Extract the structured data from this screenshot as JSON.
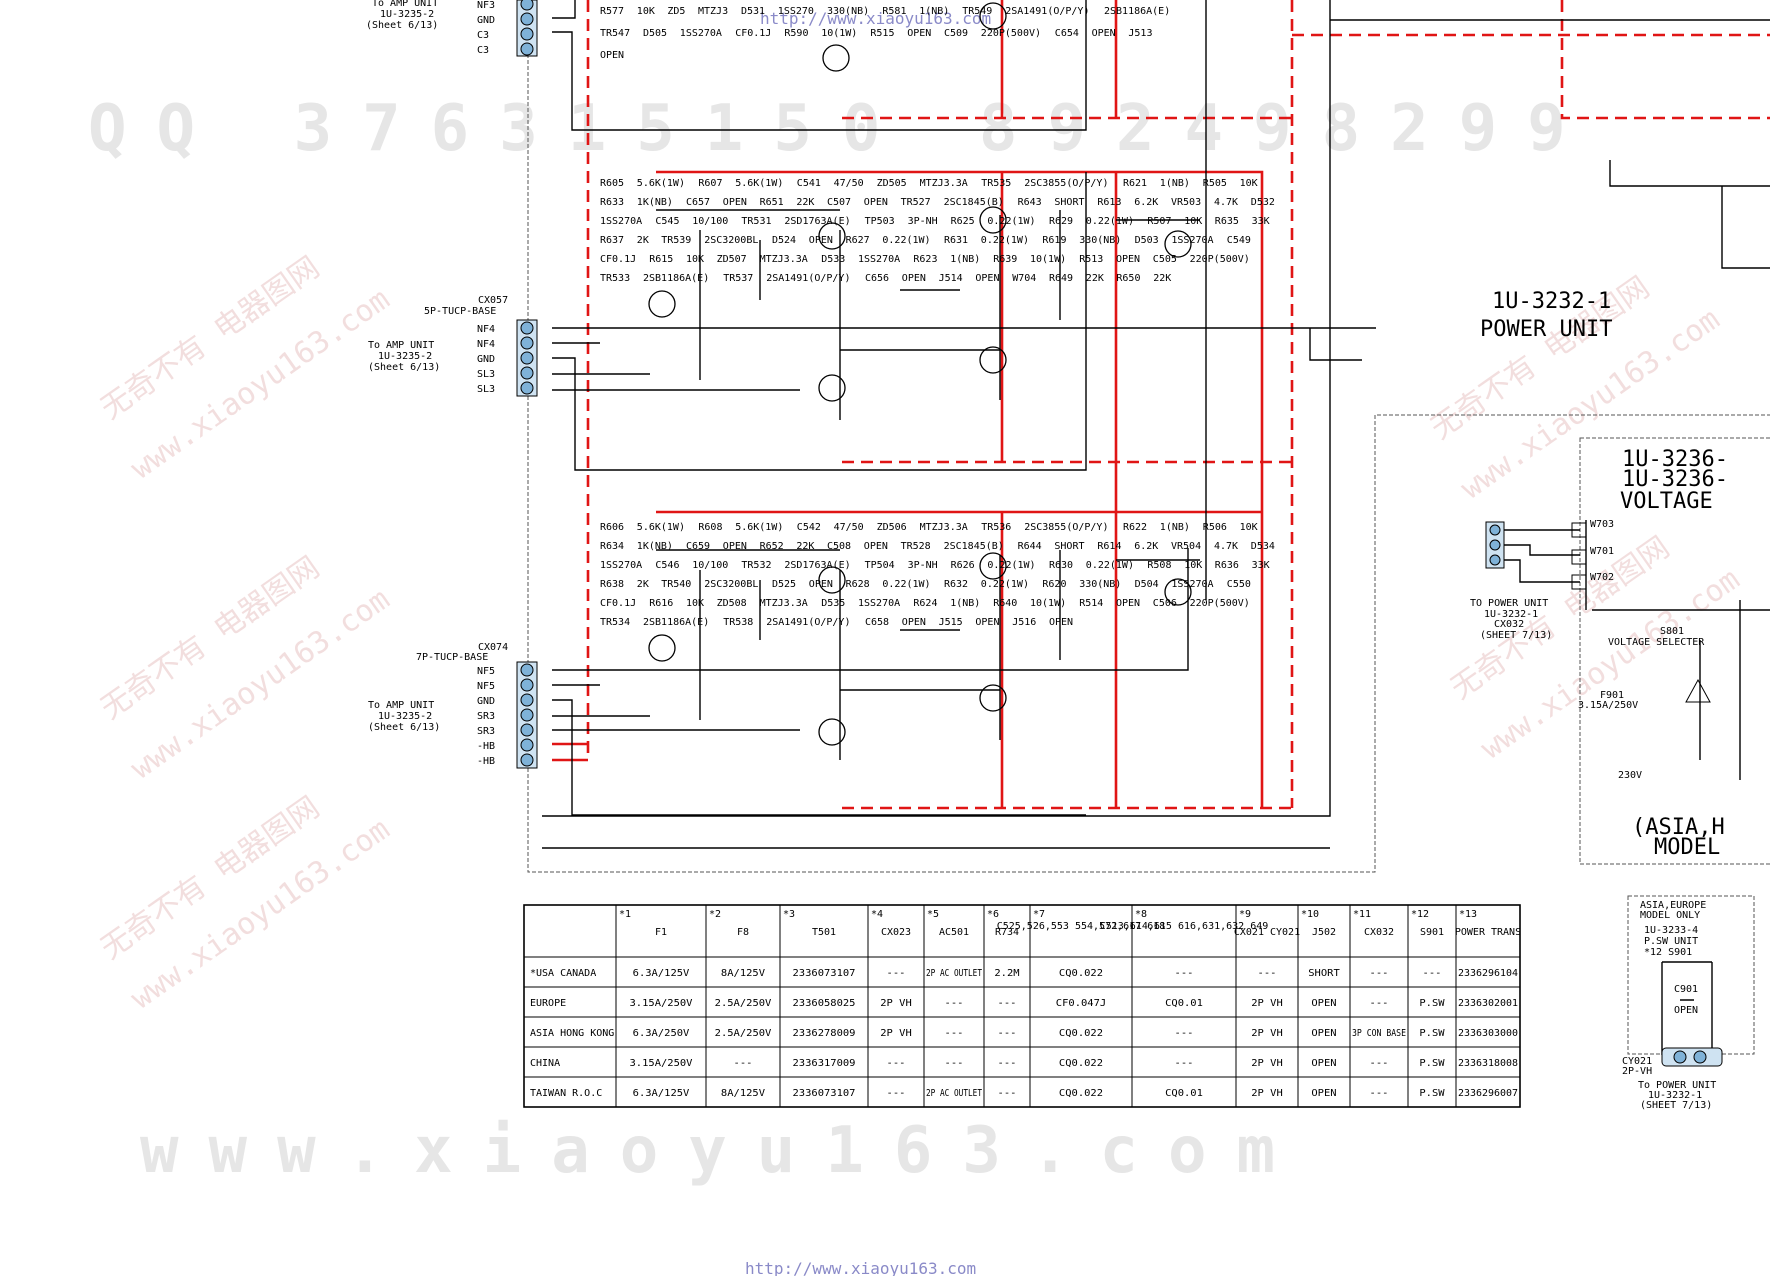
{
  "watermarks": {
    "url_top": "http://www.xiaoyu163.com",
    "url_bottom": "http://www.xiaoyu163.com",
    "qq_line": "QQ 376315150 892498299",
    "footer_brand": "www.xiaoyu163.com",
    "cn_brand": "无奇不有 电器图网",
    "cn_url": "www.xiaoyu163.com"
  },
  "titles": {
    "power_unit_code": "1U-3232-1",
    "power_unit_name": "POWER UNIT",
    "voltage_code_1": "1U-3236-",
    "voltage_code_2": "1U-3236-",
    "voltage_word": "VOLTAGE",
    "model_line_1": "(ASIA,H",
    "model_line_2": "MODEL"
  },
  "connectors": {
    "top": {
      "to": "To AMP UNIT",
      "unit": "1U-3235-2",
      "sheet": "(Sheet 6/13)",
      "pins": [
        "NF3",
        "GND",
        "C3",
        "C3"
      ]
    },
    "cx057": {
      "name": "CX057",
      "type": "5P-TUCP-BASE",
      "to": "To AMP UNIT",
      "unit": "1U-3235-2",
      "sheet": "(Sheet 6/13)",
      "pins": [
        "NF4",
        "NF4",
        "GND",
        "SL3",
        "SL3"
      ]
    },
    "cx074": {
      "name": "CX074",
      "type": "7P-TUCP-BASE",
      "to": "To AMP UNIT",
      "unit": "1U-3235-2",
      "sheet": "(Sheet 6/13)",
      "pins": [
        "NF5",
        "NF5",
        "GND",
        "SR3",
        "SR3",
        "-HB",
        "-HB"
      ]
    },
    "vsel": {
      "to": "TO POWER UNIT",
      "unit": "1U-3232-1",
      "cx": "CX032",
      "sheet": "(SHEET 7/13)"
    },
    "cy021": {
      "name": "CY021",
      "type": "2P-VH",
      "to": "To POWER UNIT",
      "unit": "1U-3232-1",
      "sheet": "(SHEET 7/13)"
    }
  },
  "top_labels": [
    "R577",
    "10K",
    "ZD5",
    "MTZJ3",
    "D531",
    "1SS270",
    "330(NB)",
    "R581",
    "1(NB)",
    "TR549",
    "2SA1491(O/P/Y)",
    "2SB1186A(E)",
    "TR547",
    "D505",
    "1SS270A",
    "CF0.1J",
    "R590",
    "10(1W)",
    "R515",
    "OPEN",
    "C509",
    "220P(500V)",
    "C654",
    "OPEN",
    "J513",
    "OPEN"
  ],
  "section2": [
    "R605",
    "5.6K(1W)",
    "R607",
    "5.6K(1W)",
    "C541",
    "47/50",
    "ZD505",
    "MTZJ3.3A",
    "TR535",
    "2SC3855(O/P/Y)",
    "R621",
    "1(NB)",
    "R505",
    "10K",
    "R633",
    "1K(NB)",
    "C657",
    "OPEN",
    "R651",
    "22K",
    "C507",
    "OPEN",
    "TR527",
    "2SC1845(B)",
    "R643",
    "SHORT",
    "R613",
    "6.2K",
    "VR503",
    "4.7K",
    "D532",
    "1SS270A",
    "C545",
    "10/100",
    "TR531",
    "2SD1763A(E)",
    "TP503",
    "3P-NH",
    "R625",
    "0.22(1W)",
    "R629",
    "0.22(1W)",
    "R507",
    "10K",
    "R635",
    "33K",
    "R637",
    "2K",
    "TR539",
    "2SC3200BL",
    "D524",
    "OPEN",
    "R627",
    "0.22(1W)",
    "R631",
    "0.22(1W)",
    "R619",
    "330(NB)",
    "D503",
    "1SS270A",
    "C549",
    "CF0.1J",
    "R615",
    "10K",
    "ZD507",
    "MTZJ3.3A",
    "D533",
    "1SS270A",
    "R623",
    "1(NB)",
    "R639",
    "10(1W)",
    "R513",
    "OPEN",
    "C505",
    "220P(500V)",
    "TR533",
    "2SB1186A(E)",
    "TR537",
    "2SA1491(O/P/Y)",
    "C656",
    "OPEN",
    "J514",
    "OPEN",
    "W704",
    "R649",
    "22K",
    "R650",
    "22K"
  ],
  "section3": [
    "R606",
    "5.6K(1W)",
    "R608",
    "5.6K(1W)",
    "C542",
    "47/50",
    "ZD506",
    "MTZJ3.3A",
    "TR536",
    "2SC3855(O/P/Y)",
    "R622",
    "1(NB)",
    "R506",
    "10K",
    "R634",
    "1K(NB)",
    "C659",
    "OPEN",
    "R652",
    "22K",
    "C508",
    "OPEN",
    "TR528",
    "2SC1845(B)",
    "R644",
    "SHORT",
    "R614",
    "6.2K",
    "VR504",
    "4.7K",
    "D534",
    "1SS270A",
    "C546",
    "10/100",
    "TR532",
    "2SD1763A(E)",
    "TP504",
    "3P-NH",
    "R626",
    "0.22(1W)",
    "R630",
    "0.22(1W)",
    "R508",
    "10K",
    "R636",
    "33K",
    "R638",
    "2K",
    "TR540",
    "2SC3200BL",
    "D525",
    "OPEN",
    "R628",
    "0.22(1W)",
    "R632",
    "0.22(1W)",
    "R620",
    "330(NB)",
    "D504",
    "1SS270A",
    "C550",
    "CF0.1J",
    "R616",
    "10K",
    "ZD508",
    "MTZJ3.3A",
    "D535",
    "1SS270A",
    "R624",
    "1(NB)",
    "R640",
    "10(1W)",
    "R514",
    "OPEN",
    "C506",
    "220P(500V)",
    "TR534",
    "2SB1186A(E)",
    "TR538",
    "2SA1491(O/P/Y)",
    "C658",
    "OPEN",
    "J515",
    "OPEN",
    "J516",
    "OPEN"
  ],
  "voltage_box": [
    "W703",
    "W701",
    "W702",
    "S801",
    "VOLTAGE SELECTER",
    "F901",
    "3.15A/250V",
    "230V"
  ],
  "asia_box": {
    "l1": "ASIA,EUROPE",
    "l2": "MODEL ONLY",
    "l3": "1U-3233-4",
    "l4": "P.SW UNIT",
    "l5": "*12 S901",
    "l6": "C901",
    "l7": "OPEN"
  },
  "table": {
    "headers": [
      {
        "mark": "",
        "name": ""
      },
      {
        "mark": "*1",
        "name": "F1"
      },
      {
        "mark": "*2",
        "name": "F8"
      },
      {
        "mark": "*3",
        "name": "T501"
      },
      {
        "mark": "*4",
        "name": "CX023"
      },
      {
        "mark": "*5",
        "name": "AC501"
      },
      {
        "mark": "*6",
        "name": "R734"
      },
      {
        "mark": "*7",
        "name": "C525,526,553 554,572,617 618"
      },
      {
        "mark": "*8",
        "name": "C513,614,615 616,631,632 649"
      },
      {
        "mark": "*9",
        "name": "CX021 CY021"
      },
      {
        "mark": "*10",
        "name": "J502"
      },
      {
        "mark": "*11",
        "name": "CX032"
      },
      {
        "mark": "*12",
        "name": "S901"
      },
      {
        "mark": "*13",
        "name": "POWER TRANS"
      }
    ],
    "rows": [
      [
        "*USA CANADA",
        "6.3A/125V",
        "8A/125V",
        "2336073107",
        "---",
        "2P AC OUTLET",
        "2.2M",
        "CQ0.022",
        "---",
        "---",
        "SHORT",
        "---",
        "---",
        "2336296104"
      ],
      [
        "EUROPE",
        "3.15A/250V",
        "2.5A/250V",
        "2336058025",
        "2P VH",
        "---",
        "---",
        "CF0.047J",
        "CQ0.01",
        "2P VH",
        "OPEN",
        "---",
        "P.SW",
        "2336302001"
      ],
      [
        "ASIA HONG KONG",
        "6.3A/250V",
        "2.5A/250V",
        "2336278009",
        "2P VH",
        "---",
        "---",
        "CQ0.022",
        "---",
        "2P VH",
        "OPEN",
        "3P CON BASE",
        "P.SW",
        "2336303000"
      ],
      [
        "CHINA",
        "3.15A/250V",
        "---",
        "2336317009",
        "---",
        "---",
        "---",
        "CQ0.022",
        "---",
        "2P VH",
        "OPEN",
        "---",
        "P.SW",
        "2336318008"
      ],
      [
        "TAIWAN R.O.C",
        "6.3A/125V",
        "8A/125V",
        "2336073107",
        "---",
        "2P AC OUTLET",
        "---",
        "CQ0.022",
        "CQ0.01",
        "2P VH",
        "OPEN",
        "---",
        "P.SW",
        "2336296007"
      ]
    ]
  }
}
